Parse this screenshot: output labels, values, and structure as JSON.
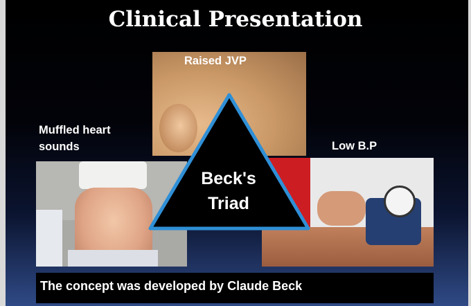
{
  "slide": {
    "title": "Clinical Presentation",
    "labels": {
      "top": "Raised JVP",
      "left_line1": "Muffled heart",
      "left_line2": "sounds",
      "right": "Low B.P"
    },
    "center": {
      "line1": "Beck's",
      "line2": "Triad"
    },
    "footer": "The concept was developed by Claude Beck",
    "colors": {
      "triangle_outline": "#2f8fd6",
      "triangle_fill": "#000000",
      "background_bottom": "#2f4a86"
    }
  }
}
